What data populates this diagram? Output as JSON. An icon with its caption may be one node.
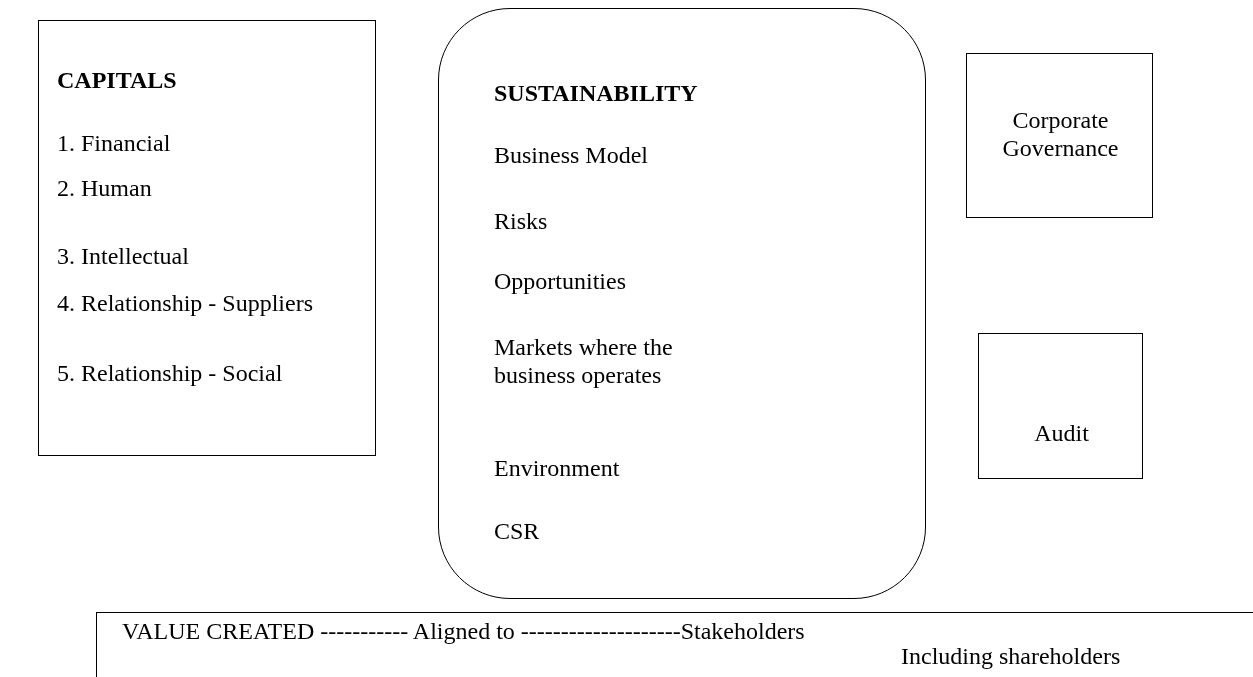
{
  "diagram": {
    "nodes": [
      {
        "text": [
          "CAPITALS",
          "1. Financial",
          "2. Human",
          "3. Intellectual",
          "4. Relationship - Suppliers",
          "5. Relationship - Social"
        ]
      },
      {
        "text": [
          "SUSTAINABILITY",
          "Business Model",
          "Risks",
          "Opportunities",
          "Markets where the business operates",
          "Environment",
          "CSR"
        ]
      },
      {
        "text": [
          "Corporate Governance"
        ]
      },
      {
        "text": [
          "Audit"
        ]
      },
      {
        "text": [
          "VALUE CREATED ----------- Aligned to --------------------Stakeholders",
          "Including shareholders"
        ]
      }
    ]
  }
}
